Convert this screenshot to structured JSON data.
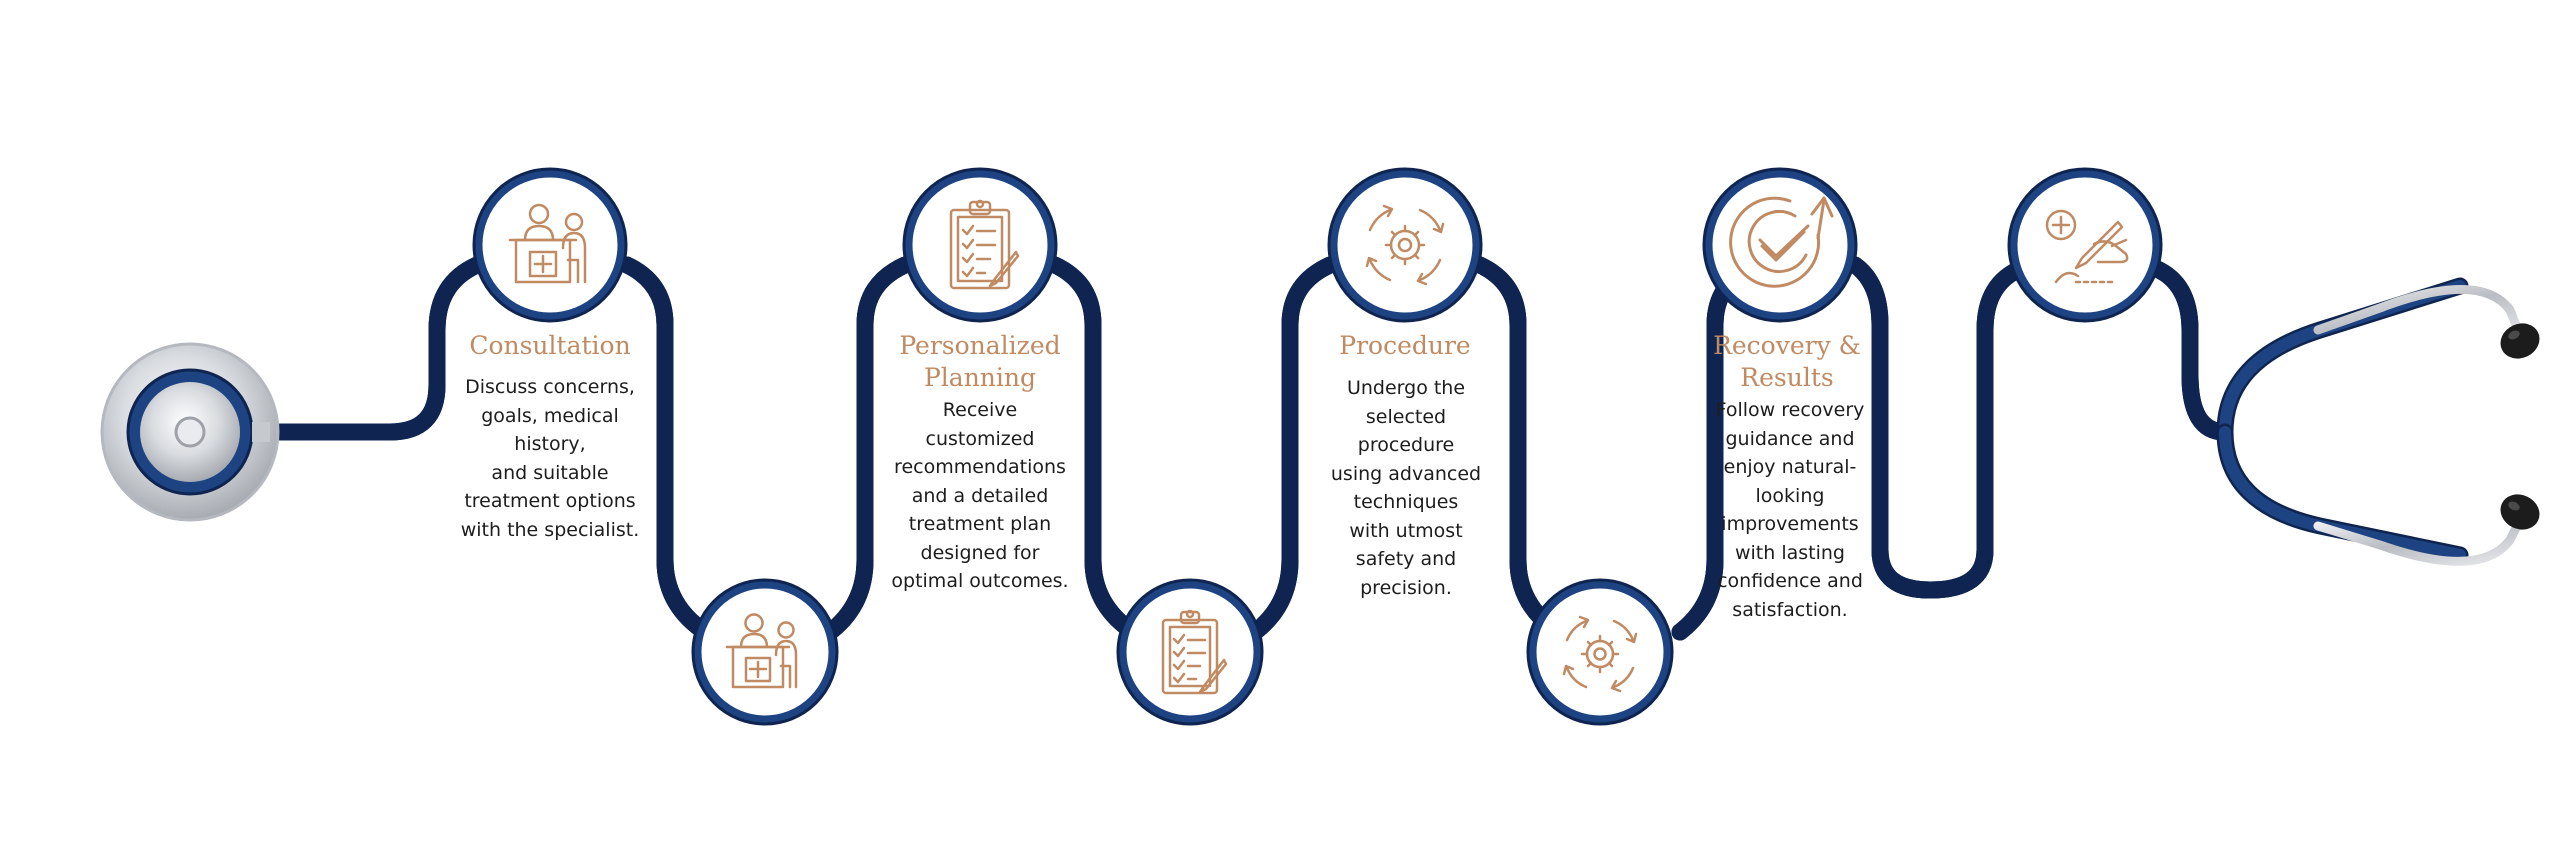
{
  "colors": {
    "tube": "#1d4382",
    "tube_highlight": "#5d82c0",
    "tube_dark": "#0f2550",
    "accent": "#c08a62",
    "metal": "#c6c9ce",
    "background": "#ffffff"
  },
  "steps": [
    {
      "title": "Consultation",
      "description": "Discuss concerns,\ngoals, medical\nhistory,\nand suitable\ntreatment options\nwith the specialist.",
      "icon": "doctor-patient-icon"
    },
    {
      "title": "Personalized\nPlanning",
      "description": "Receive\ncustomized\nrecommendations\nand a detailed\ntreatment plan\ndesigned for\noptimal outcomes.",
      "icon": "clipboard-checklist-icon"
    },
    {
      "title": "Procedure",
      "description": "Undergo the\nselected\nprocedure\nusing advanced\ntechniques\nwith utmost\nsafety and\nprecision.",
      "icon": "gear-cycle-icon"
    },
    {
      "title": "Recovery &\nResults",
      "description": "Follow recovery\nguidance and\nenjoy natural-\nlooking\nimprovements\nwith lasting\nconfidence and\nsatisfaction.",
      "icon": "check-progress-icon"
    }
  ],
  "extra_icons": [
    "doctor-patient-icon",
    "clipboard-checklist-icon",
    "gear-cycle-icon",
    "hand-signing-icon"
  ]
}
